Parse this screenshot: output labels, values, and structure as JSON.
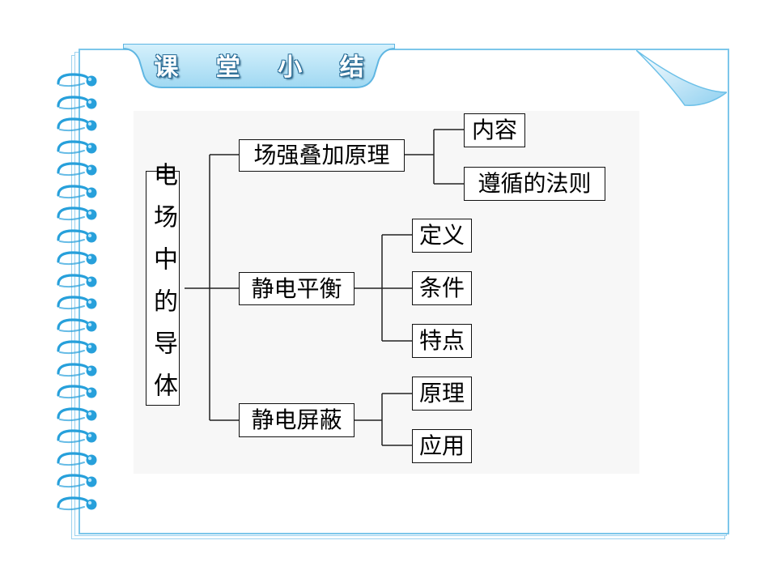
{
  "slide": {
    "title": "课 堂 小 结",
    "colors": {
      "frame": "#7cc6ea",
      "tab": "#bde7f8",
      "ring": "#27a0db",
      "ink": "#000000"
    },
    "icons": [
      "spiral-ring-icon",
      "page-curl-icon"
    ]
  },
  "mindmap": {
    "root": "电场中的导体",
    "branches": [
      {
        "label": "场强叠加原理",
        "children": [
          "内容",
          "遵循的法则"
        ]
      },
      {
        "label": "静电平衡",
        "children": [
          "定义",
          "条件",
          "特点"
        ]
      },
      {
        "label": "静电屏蔽",
        "children": [
          "原理",
          "应用"
        ]
      }
    ]
  }
}
